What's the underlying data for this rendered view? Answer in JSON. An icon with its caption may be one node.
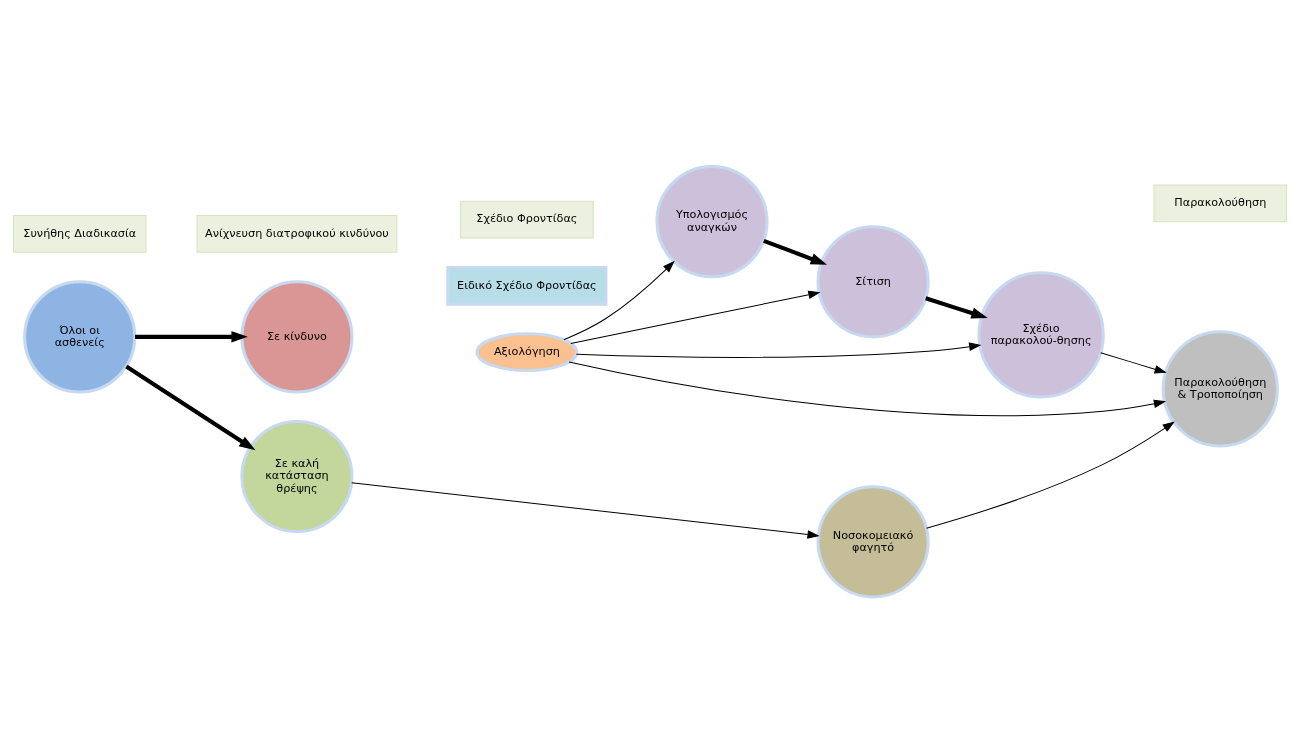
{
  "diagram": {
    "nodes": [
      {
        "text": [
          "Συνήθης Διαδικασία"
        ]
      },
      {
        "text": [
          "Ανίχνευση διατροφικού κινδύνου"
        ]
      },
      {
        "text": [
          "Σχέδιο Φροντίδας"
        ]
      },
      {
        "text": [
          "Παρακολούθηση"
        ]
      },
      {
        "text": [
          "Όλοι οι ασθενείς"
        ]
      },
      {
        "text": [
          "Σε κίνδυνο"
        ]
      },
      {
        "text": [
          "Σε καλή κατάσταση θρέψης"
        ]
      },
      {
        "text": [
          "Υπολογισμός αναγκών"
        ]
      },
      {
        "text": [
          "Σίτιση"
        ]
      },
      {
        "text": [
          "Σχέδιο παρακολού-θησης"
        ]
      },
      {
        "text": [
          "Ειδικό Σχέδιο Φροντίδας"
        ]
      },
      {
        "text": [
          "Αξιολόγηση"
        ]
      },
      {
        "text": [
          "Νοσοκομειακό φαγητό"
        ]
      },
      {
        "text": [
          "Παρακολούθηση & Τροποποίηση"
        ]
      }
    ],
    "edges": [
      {
        "from": 4,
        "to": 5,
        "arrow": "to",
        "style": "thick"
      },
      {
        "from": 4,
        "to": 6,
        "arrow": "to",
        "style": "thick"
      },
      {
        "from": 6,
        "to": 12,
        "arrow": "to"
      },
      {
        "from": 7,
        "to": 8,
        "arrow": "to",
        "style": "thick"
      },
      {
        "from": 8,
        "to": 9,
        "arrow": "to",
        "style": "thick"
      },
      {
        "from": 11,
        "to": 7,
        "arrow": "to"
      },
      {
        "from": 11,
        "to": 8,
        "arrow": "to"
      },
      {
        "from": 11,
        "to": 9,
        "arrow": "to"
      },
      {
        "from": 9,
        "to": 13,
        "arrow": "to"
      },
      {
        "from": 11,
        "to": 13,
        "arrow": "to"
      },
      {
        "from": 12,
        "to": 13,
        "arrow": "to"
      }
    ]
  }
}
